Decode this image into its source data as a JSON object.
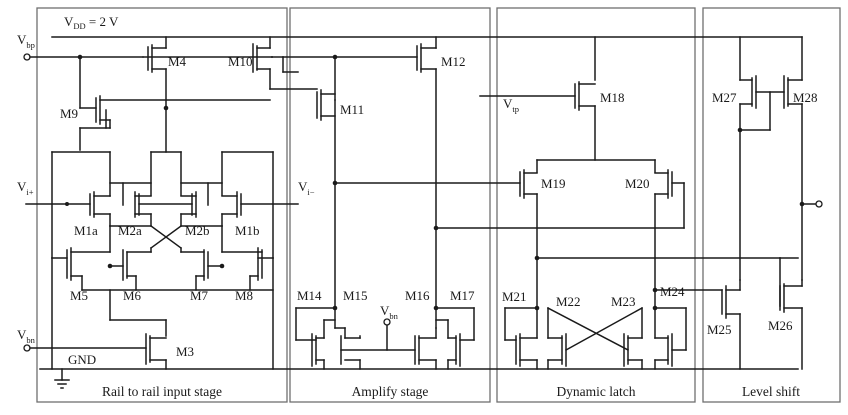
{
  "supply": {
    "prefix": "V",
    "sub": "DD",
    "suffix": " = 2 V"
  },
  "ground": "GND",
  "bias": {
    "vbp": {
      "main": "V",
      "sub": "bp"
    },
    "vbn": {
      "main": "V",
      "sub": "bn"
    },
    "vbn2": {
      "main": "V",
      "sub": "bn"
    },
    "vip": {
      "main": "V",
      "sub": "i+"
    },
    "vim": {
      "main": "V",
      "sub": "i−"
    },
    "vtp": {
      "main": "V",
      "sub": "tp"
    }
  },
  "stages": [
    {
      "id": "input",
      "caption": "Rail to rail input stage"
    },
    {
      "id": "amplify",
      "caption": "Amplify stage"
    },
    {
      "id": "latch",
      "caption": "Dynamic latch"
    },
    {
      "id": "shift",
      "caption": "Level shift"
    }
  ],
  "transistors": {
    "m4": "M4",
    "m10": "M10",
    "m9": "M9",
    "m1a": "M1a",
    "m2a": "M2a",
    "m2b": "M2b",
    "m1b": "M1b",
    "m5": "M5",
    "m6": "M6",
    "m7": "M7",
    "m8": "M8",
    "m3": "M3",
    "m12": "M12",
    "m11": "M11",
    "m14": "M14",
    "m15": "M15",
    "m16": "M16",
    "m17": "M17",
    "m18": "M18",
    "m19": "M19",
    "m20": "M20",
    "m21": "M21",
    "m22": "M22",
    "m23": "M23",
    "m24": "M24",
    "m27": "M27",
    "m28": "M28",
    "m25": "M25",
    "m26": "M26"
  }
}
